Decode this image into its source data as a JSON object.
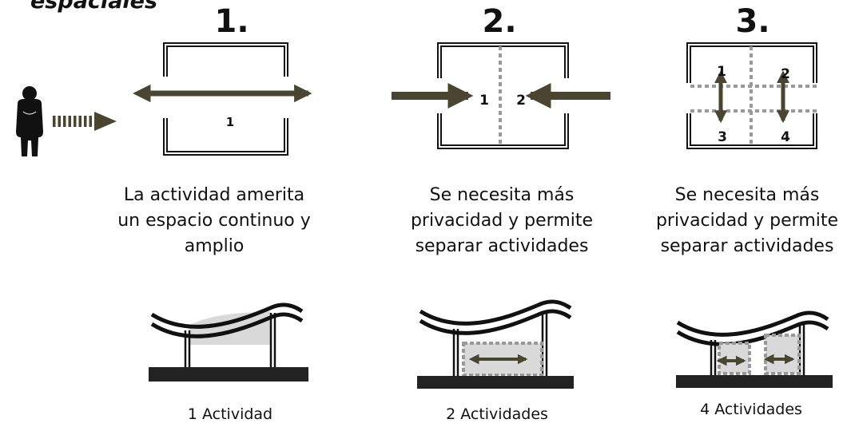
{
  "heading": "espaciales",
  "steps": [
    {
      "number": "1.",
      "description": "La actividad amerita un espacio continuo y amplio",
      "caption": "1 Actividad",
      "room_labels": [
        "1"
      ]
    },
    {
      "number": "2.",
      "description": "Se necesita más privacidad y permite separar actividades",
      "caption": "2 Actividades",
      "room_labels": [
        "1",
        "2"
      ]
    },
    {
      "number": "3.",
      "description": "Se necesita más privacidad y permite separar actividades",
      "caption": "4 Actividades",
      "room_labels": [
        "1",
        "2",
        "3",
        "4"
      ]
    }
  ],
  "icons": {
    "person": "person-icon",
    "arrow": "dashed-arrow-icon"
  },
  "colors": {
    "arrow": "#4a4530",
    "floor": "#222222",
    "shade": "#d9d9d9",
    "dash": "#999999"
  }
}
